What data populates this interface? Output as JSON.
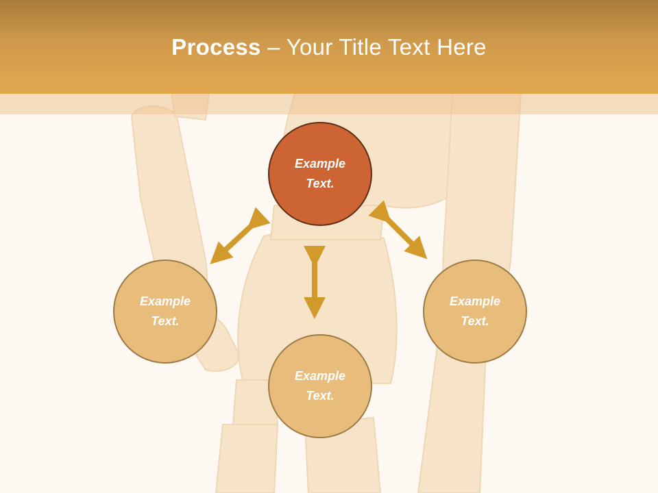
{
  "header": {
    "title_bold": "Process",
    "title_rest": " – Your Title Text Here"
  },
  "diagram": {
    "nodes": [
      {
        "id": "top",
        "line1": "Example",
        "line2": "Text.",
        "highlight": true
      },
      {
        "id": "left",
        "line1": "Example",
        "line2": "Text.",
        "highlight": false
      },
      {
        "id": "bottom",
        "line1": "Example",
        "line2": "Text.",
        "highlight": false
      },
      {
        "id": "right",
        "line1": "Example",
        "line2": "Text.",
        "highlight": false
      }
    ],
    "colors": {
      "accent_fill": "#cc6433",
      "node_fill": "#e8bc7a",
      "arrow": "#d19a2a",
      "header": "#e3a84e"
    }
  }
}
